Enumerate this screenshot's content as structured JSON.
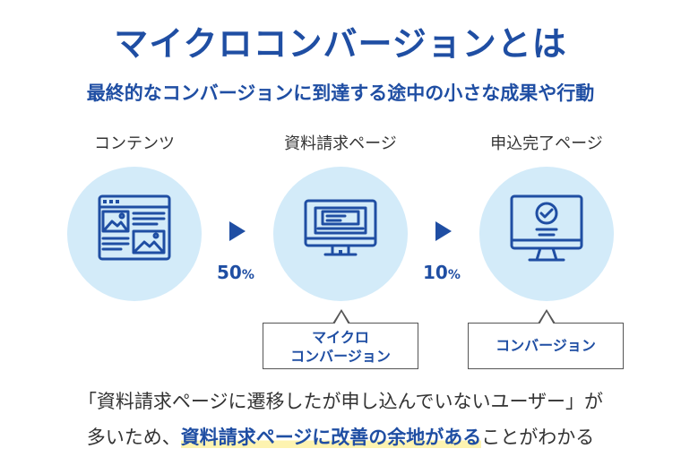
{
  "header": {
    "title": "マイクロコンバージョンとは",
    "subtitle": "最終的なコンバージョンに到達する途中の小さな成果や行動"
  },
  "flow": {
    "steps": [
      {
        "label": "コンテンツ",
        "icon": "content-layout-icon"
      },
      {
        "label": "資料請求ページ",
        "icon": "monitor-form-icon"
      },
      {
        "label": "申込完了ページ",
        "icon": "monitor-check-icon"
      }
    ],
    "transitions": [
      {
        "value": "50",
        "unit": "%"
      },
      {
        "value": "10",
        "unit": "%"
      }
    ],
    "callouts": [
      {
        "line1": "マイクロ",
        "line2": "コンバージョン"
      },
      {
        "line1": "コンバージョン"
      }
    ]
  },
  "conclusion": {
    "line1": "「資料請求ページに遷移したが申し込んでいないユーザー」が",
    "line2_prefix": "多いため、",
    "line2_highlight": "資料請求ページに改善の余地がある",
    "line2_suffix": "ことがわかる"
  },
  "colors": {
    "accent": "#1f4ea3",
    "circle_fill": "#d3ebf9",
    "highlight_marker": "#fdf3b0"
  }
}
